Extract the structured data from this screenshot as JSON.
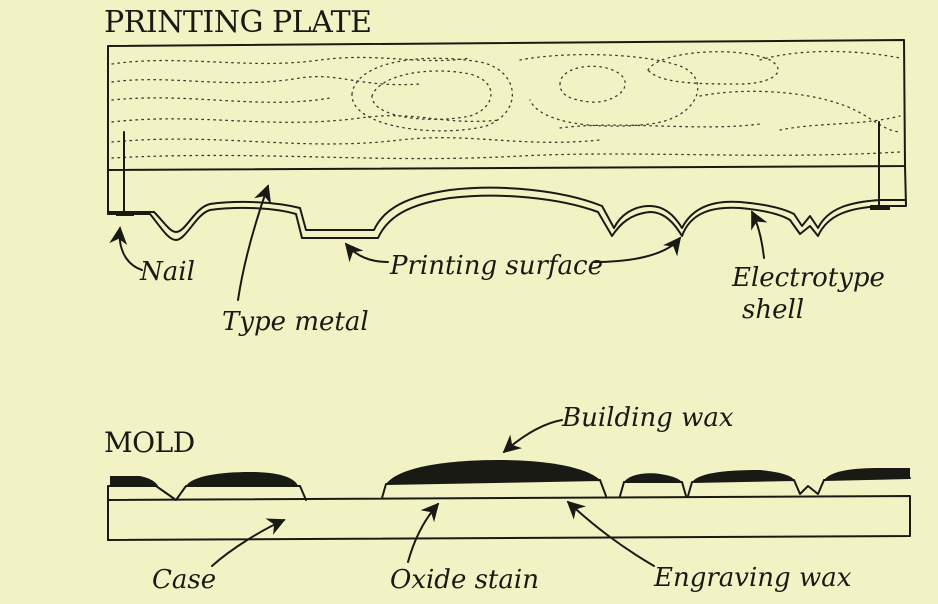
{
  "printing_plate": {
    "title": "PRINTING PLATE",
    "labels": {
      "nail": "Nail",
      "type_metal": "Type metal",
      "printing_surface": "Printing surface",
      "electrotype_line1": "Electrotype",
      "electrotype_line2": "shell"
    }
  },
  "mold": {
    "title": "MOLD",
    "labels": {
      "building_wax": "Building wax",
      "case": "Case",
      "oxide_stain": "Oxide stain",
      "engraving_wax": "Engraving wax"
    }
  }
}
